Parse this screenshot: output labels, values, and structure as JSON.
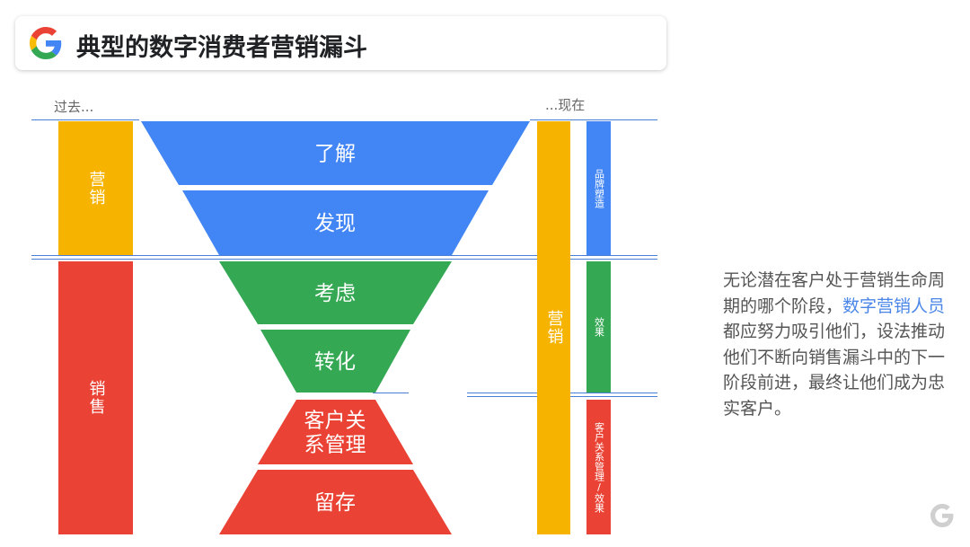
{
  "title": "典型的数字消费者营销漏斗",
  "labels": {
    "past": "过去...",
    "now": "...现在"
  },
  "left_bars": {
    "marketing": {
      "label": "营销",
      "color": "#f6b400"
    },
    "sales": {
      "label": "销售",
      "color": "#ea4335"
    }
  },
  "funnel_stages": [
    {
      "label": "了解",
      "color": "#4285f4"
    },
    {
      "label": "发现",
      "color": "#4285f4"
    },
    {
      "label": "考虑",
      "color": "#34a853"
    },
    {
      "label": "转化",
      "color": "#34a853"
    },
    {
      "label": "客户关\n系管理",
      "color": "#ea4335"
    },
    {
      "label": "留存",
      "color": "#ea4335"
    }
  ],
  "right_bars": {
    "marketing": {
      "label": "营销",
      "color": "#f6b400"
    },
    "branding": {
      "label": "品牌塑造",
      "color": "#4285f4"
    },
    "performance": {
      "label": "效果",
      "color": "#34a853"
    },
    "crm": {
      "label": "客户关系管理/效果",
      "color": "#ea4335"
    }
  },
  "side_text": {
    "part1": "无论潜在客户处于营销生命周期的哪个阶段，",
    "highlight": "数字营销人员",
    "part2": "都应努力吸引他们，设法推动他们不断向销售漏斗中的下一阶段前进，最终让他们成为忠实客户。"
  }
}
